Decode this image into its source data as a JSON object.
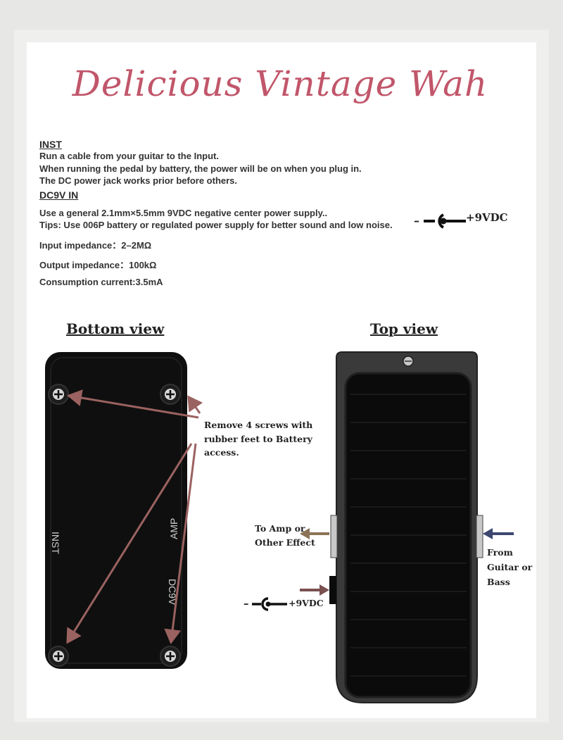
{
  "title": "Delicious Vintage Wah",
  "inst": {
    "heading": "INST",
    "lines": [
      "Run a cable from your guitar to the Input.",
      "When running the pedal by battery, the power will be on when you plug in.",
      "The DC power jack works prior before others."
    ]
  },
  "dc": {
    "heading": "DC9V IN",
    "lines": [
      "Use a general 2.1mm×5.5mm 9VDC negative center power supply..",
      "Tips: Use 006P battery or regulated power supply for better sound and low noise."
    ],
    "minus": "–",
    "plus_label": "+9VDC"
  },
  "specs": [
    "Input impedance：2–2MΩ",
    "Output impedance：100kΩ",
    "Consumption current:3.5mA"
  ],
  "bottom_view": {
    "title": "Bottom view",
    "labels": {
      "inst": "INST",
      "amp": "AMP",
      "dc": "DC9V"
    },
    "note_lines": [
      "Remove 4 screws with",
      "rubber feet to Battery",
      "access."
    ]
  },
  "top_view": {
    "title": "Top view",
    "to_amp_lines": [
      "To Amp or",
      "Other Effect"
    ],
    "from_lines": [
      "From",
      "Guitar or",
      "Bass"
    ],
    "dc_minus": "–",
    "dc_label": "+9VDC"
  },
  "colors": {
    "title": "#c1566a",
    "arrow_red": "#9a6260",
    "arrow_brown": "#8c7356",
    "arrow_blue": "#3d4770",
    "pedal_bottom": "#0f0f0f",
    "pedal_top": "#3a3a3a"
  },
  "icons": [
    "dc-jack-icon",
    "screw-icon",
    "arrow-icon"
  ]
}
